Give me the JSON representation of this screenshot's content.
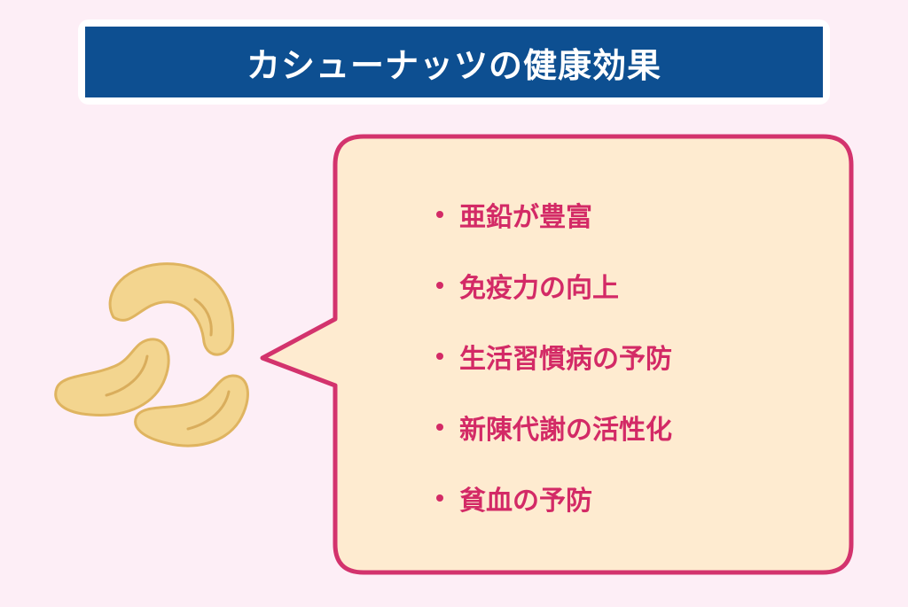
{
  "header": {
    "title": "カシューナッツの健康効果"
  },
  "benefits": {
    "items": [
      "亜鉛が豊富",
      "免疫力の向上",
      "生活習慣病の予防",
      "新陳代謝の活性化",
      "貧血の予防"
    ]
  },
  "colors": {
    "background": "#fdeef6",
    "title_bar": "#0d4f91",
    "bubble_fill": "#feebd0",
    "bubble_border": "#d3336d",
    "text_accent": "#d32a66",
    "cashew": "#f3d58f"
  },
  "illustration": {
    "icon": "cashew-nuts-icon"
  }
}
